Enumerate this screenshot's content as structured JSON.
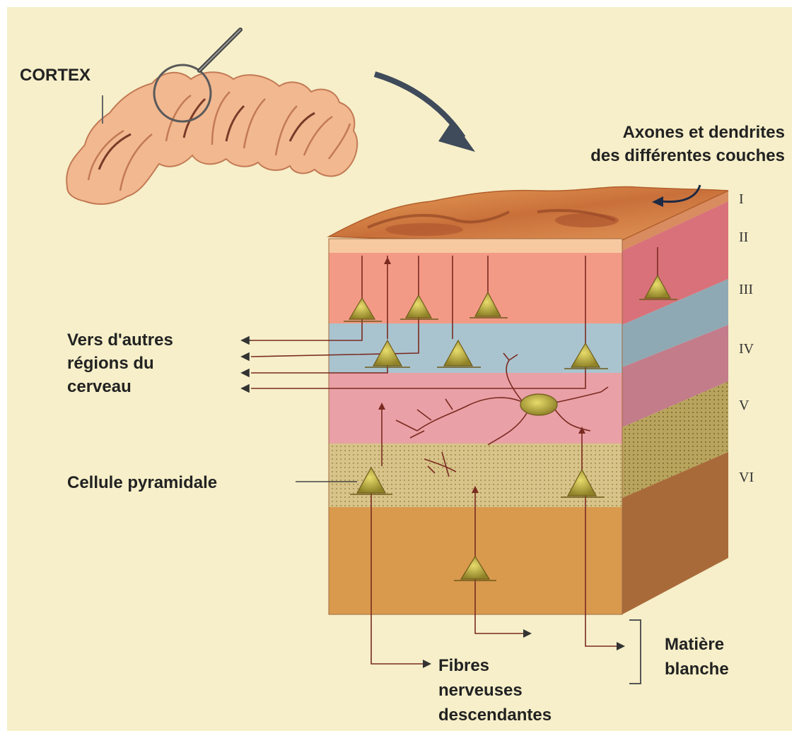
{
  "labels": {
    "cortex": "CORTEX",
    "axones_line1": "Axones et dendrites",
    "axones_line2": "des différentes couches",
    "vers_line1": "Vers d'autres",
    "vers_line2": "régions du",
    "vers_line3": "cerveau",
    "cellule": "Cellule pyramidale",
    "fibres_line1": "Fibres",
    "fibres_line2": "nerveuses",
    "fibres_line3": "descendantes",
    "matiere_line1": "Matière",
    "matiere_line2": "blanche"
  },
  "layers": [
    "I",
    "II",
    "III",
    "IV",
    "V",
    "VI"
  ],
  "colors": {
    "background": "#f6efc9",
    "surface": "#d98a4a",
    "layer_I": "#f7c9a0",
    "layer_II_III": "#f39a86",
    "layer_IV": "#a9c4cf",
    "layer_V": "#e9a0a6",
    "layer_VI": "#d8c48a",
    "white_matter": "#d99a4e",
    "neuron": "#b9a630",
    "cortex_outline": "#f2b890"
  }
}
